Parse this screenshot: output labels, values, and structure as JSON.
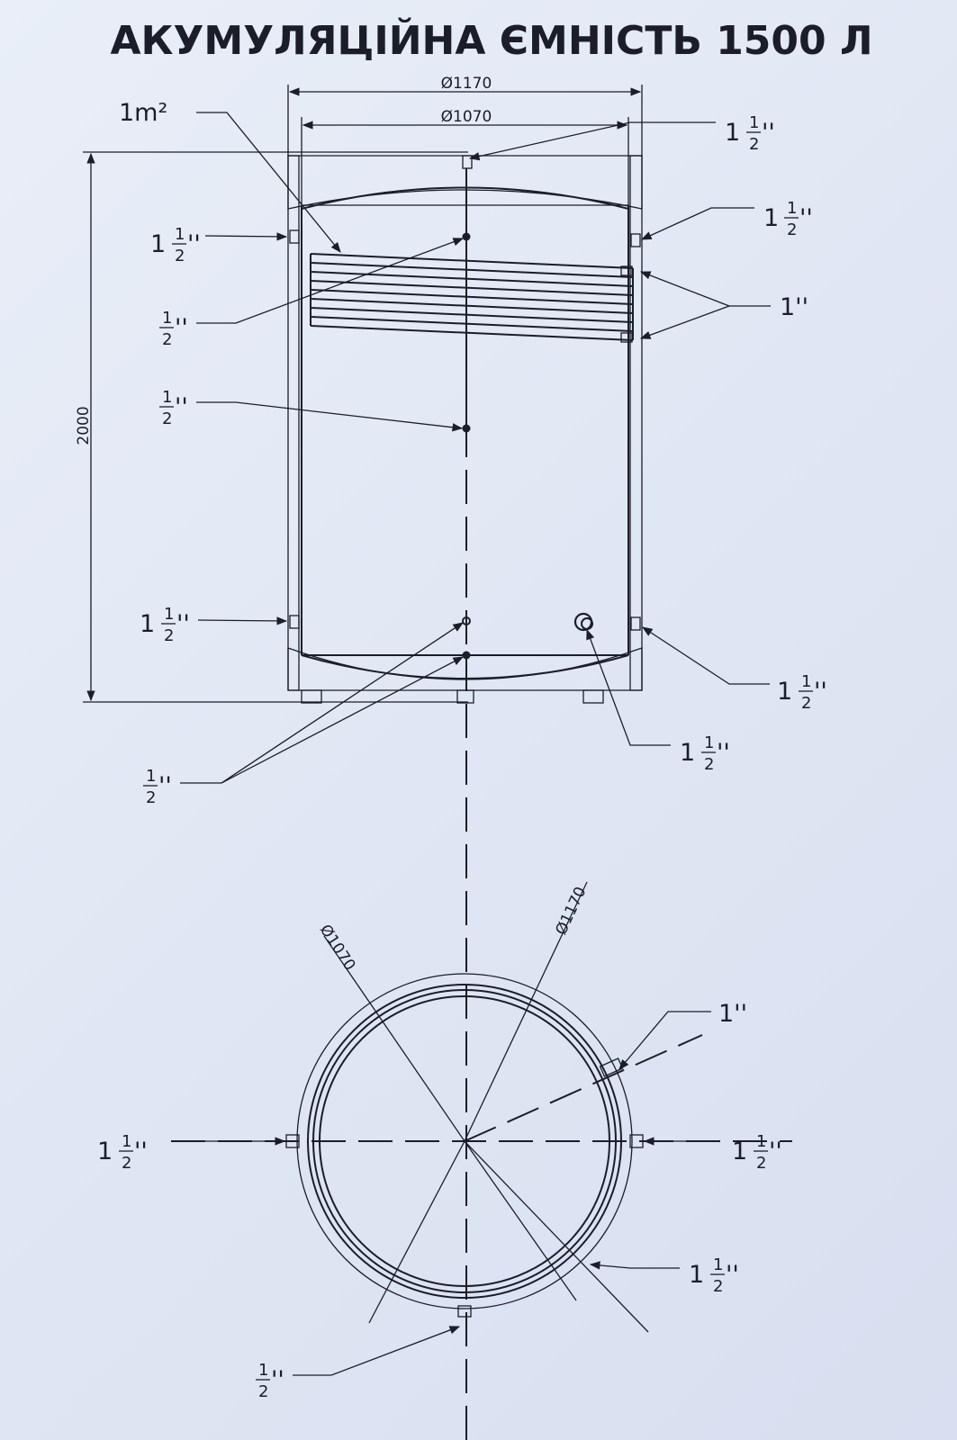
{
  "title": "АКУМУЛЯЦІЙНА ЄМНІСТЬ 1500 Л",
  "dimensions": {
    "outer_diameter": "Ø1170",
    "inner_diameter": "Ø1070",
    "height": "2000"
  },
  "side_view": {
    "coil_area": "1m²",
    "connections": [
      {
        "id": "top-center",
        "whole": "1",
        "num": "1",
        "den": "2",
        "mark": "''"
      },
      {
        "id": "right-upper",
        "whole": "1",
        "num": "1",
        "den": "2",
        "mark": "''"
      },
      {
        "id": "left-upper",
        "whole": "1",
        "num": "1",
        "den": "2",
        "mark": "''"
      },
      {
        "id": "coil",
        "whole": "1''"
      },
      {
        "id": "sensor-upper",
        "num": "1",
        "den": "2",
        "mark": "''"
      },
      {
        "id": "sensor-middle",
        "num": "1",
        "den": "2",
        "mark": "''"
      },
      {
        "id": "left-lower",
        "whole": "1",
        "num": "1",
        "den": "2",
        "mark": "''"
      },
      {
        "id": "right-lower",
        "whole": "1",
        "num": "1",
        "den": "2",
        "mark": "''"
      },
      {
        "id": "bottom-port",
        "whole": "1",
        "num": "1",
        "den": "2",
        "mark": "''"
      },
      {
        "id": "bottom-sensors",
        "num": "1",
        "den": "2",
        "mark": "''"
      }
    ]
  },
  "top_view": {
    "inner_diameter": "Ø1070",
    "outer_diameter": "Ø1170",
    "connections": [
      {
        "id": "tv-coil",
        "whole": "1''"
      },
      {
        "id": "tv-left",
        "whole": "1",
        "num": "1",
        "den": "2",
        "mark": "''"
      },
      {
        "id": "tv-right",
        "whole": "1",
        "num": "1",
        "den": "2",
        "mark": "''"
      },
      {
        "id": "tv-lower-right",
        "whole": "1",
        "num": "1",
        "den": "2",
        "mark": "''"
      },
      {
        "id": "tv-bottom",
        "num": "1",
        "den": "2",
        "mark": "''"
      }
    ]
  },
  "colors": {
    "line": "#1b1d2a",
    "paper": "#e4eaf6"
  }
}
